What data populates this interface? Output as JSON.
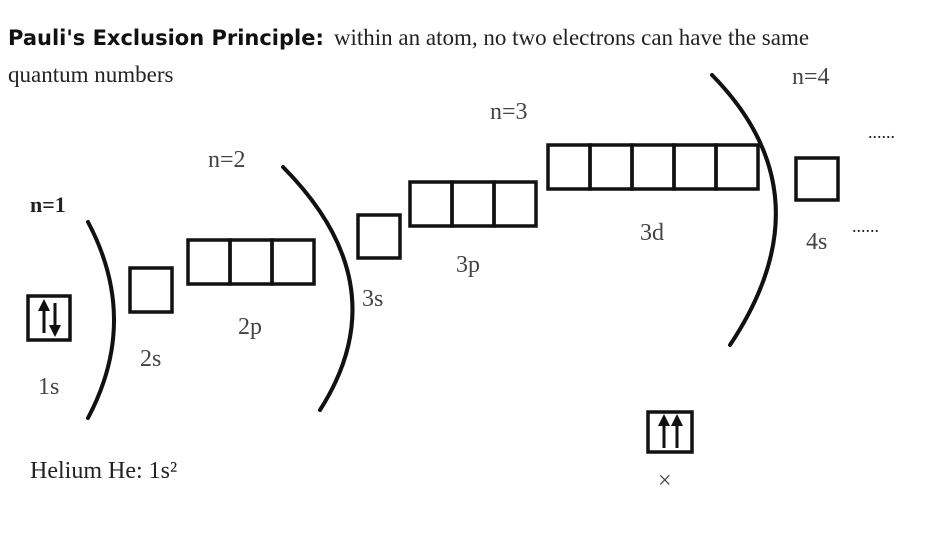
{
  "title": {
    "bold": "Pauli's Exclusion Principle:",
    "rest": "within an atom, no two electrons can have the same",
    "line2": "quantum numbers"
  },
  "shells": {
    "n1": "n=1",
    "n2": "n=2",
    "n3": "n=3",
    "n4": "n=4"
  },
  "orbitals": {
    "s1": "1s",
    "s2": "2s",
    "p2": "2p",
    "s3": "3s",
    "p3": "3p",
    "d3": "3d",
    "s4": "4s"
  },
  "ellipsis": "......",
  "example": "Helium He: 1s²",
  "invalid_mark": "×",
  "icons": {
    "valid": "up-down-arrows-icon",
    "invalid": "up-up-arrows-icon"
  }
}
